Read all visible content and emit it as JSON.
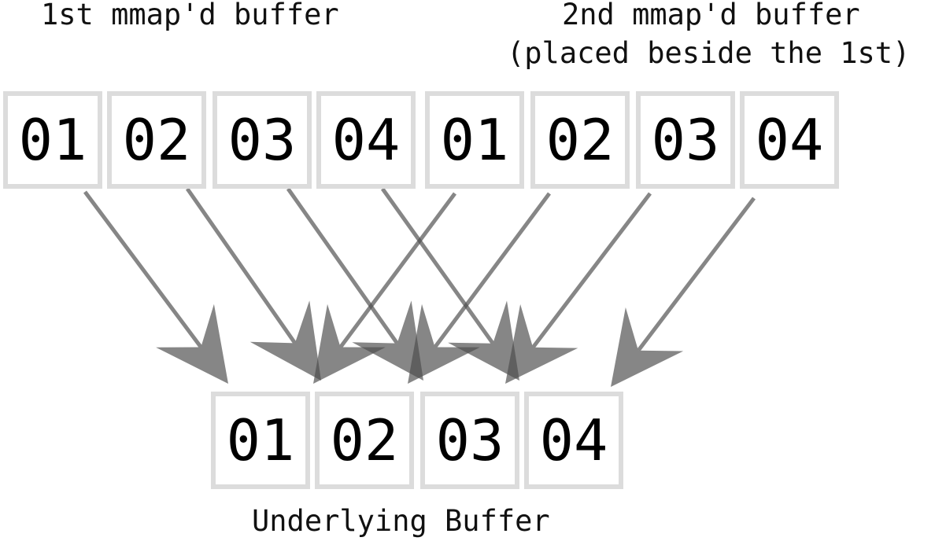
{
  "labels": {
    "first_buffer": "1st mmap'd buffer",
    "second_buffer_line1": "2nd mmap'd buffer",
    "second_buffer_line2": "(placed beside the 1st)",
    "underlying": "Underlying Buffer"
  },
  "first_buffer": {
    "cells": [
      "01",
      "02",
      "03",
      "04"
    ]
  },
  "second_buffer": {
    "cells": [
      "01",
      "02",
      "03",
      "04"
    ]
  },
  "underlying_buffer": {
    "cells": [
      "01",
      "02",
      "03",
      "04"
    ]
  },
  "mappings": [
    {
      "from": "first_buffer",
      "from_index": 0,
      "to_index": 0
    },
    {
      "from": "first_buffer",
      "from_index": 1,
      "to_index": 1
    },
    {
      "from": "first_buffer",
      "from_index": 2,
      "to_index": 2
    },
    {
      "from": "first_buffer",
      "from_index": 3,
      "to_index": 3
    },
    {
      "from": "second_buffer",
      "from_index": 0,
      "to_index": 0
    },
    {
      "from": "second_buffer",
      "from_index": 1,
      "to_index": 1
    },
    {
      "from": "second_buffer",
      "from_index": 2,
      "to_index": 2
    },
    {
      "from": "second_buffer",
      "from_index": 3,
      "to_index": 3
    }
  ],
  "colors": {
    "arrow": "#4d4d4d",
    "cell_border": "#dcdcdc",
    "text": "#000000"
  }
}
